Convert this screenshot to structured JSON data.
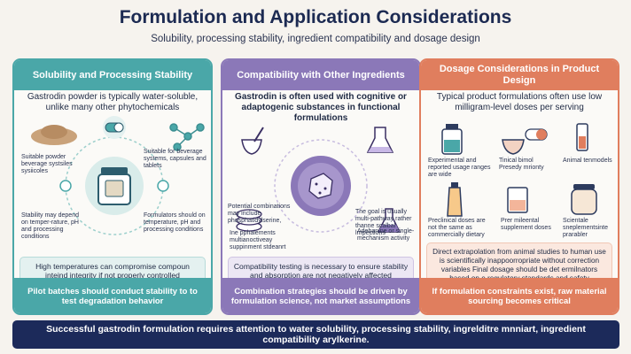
{
  "header": {
    "title": "Formulation and Application Considerations",
    "subtitle": "Solubility, processing stability, ingredient compatibility and dosage design"
  },
  "colors": {
    "teal": "#4aa7a8",
    "purple": "#8b78b8",
    "orange": "#e07e5e",
    "navy": "#1c2a5a"
  },
  "panels": [
    {
      "heading": "Solubility and Processing Stability",
      "intro": "Gastrodin powder is typically water-soluble, unlike many other phytochemicals",
      "notes": [
        "Suitable powder beverage systsiles sysiicoles",
        "Suitable for beverage systems, capsules and tablets",
        "Stability may depend on temper-rature, pH and processing conditions",
        "Formulators should on temperature, pH and processing conditions"
      ],
      "box": "High temperatures can compromise compoun inteind integrity if not properly controlled",
      "footer": "Pilot batches should conduct stability to to test degradation behavior",
      "icons": [
        "powder-pile-icon",
        "capsule-icon",
        "molecule-icon",
        "jar-icon"
      ]
    },
    {
      "heading": "Compatibility with Other Ingredients",
      "intro": "Gastrodin is often used with cognitive or adaptogenic substances in functional formulations",
      "notes": [
        "Potential combinations may include phosphatidylserine,",
        "The goal is usually multi-pathway rather thanne scalbal lnrpections",
        "Ine pphalements multianoctiveay suppinment stdeanrt",
        "Adebanine or single-mechanism activity"
      ],
      "box": "Compatibility testing is necessary to ensure stability and absorption are not negatively affected",
      "footer": "Combination strategies should be driven by formulation science, not market assumptions",
      "icons": [
        "pill-stack-icon",
        "mortar-icon",
        "ingredient-hub-icon",
        "flask-icon"
      ]
    },
    {
      "heading": "Dosage Considerations in Product Design",
      "intro": "Typical product formulations often use low milligram-level doses per serving",
      "notes": [
        "Experimental and reported usage ranges are wide",
        "Tinical bimol Presedy mrionty",
        "Animal tenmodels",
        "Preclinical doses are not the same as commercially dietary",
        "Prer mileental supplement doses",
        "Scientale sneplementsinte prarabler"
      ],
      "box": "Direct extrapolation from animal studies to human use is scientifically inappoorropriate without correction variables Final dosage should be det ermilnators based on e regulatory standards and safety assessment",
      "footer": "If formulation constraints exist, raw material sourcing becomes critical",
      "icons": [
        "vial-icon",
        "mortar-pestle-icon",
        "capsule-icon",
        "sample-tube-icon",
        "bottle-icon",
        "beaker-icon",
        "jar-icon"
      ]
    }
  ],
  "banner": "Successful gastrodin formulation requires attention to water solubility, processing stability, ingrelditre mnniart, ingredient compatibility arylkerine."
}
